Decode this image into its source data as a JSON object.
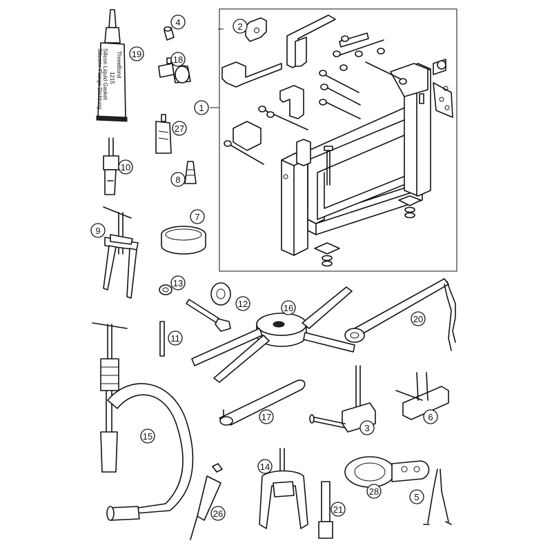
{
  "callouts": [
    {
      "id": "1",
      "label": "1"
    },
    {
      "id": "2",
      "label": "2"
    },
    {
      "id": "3",
      "label": "3"
    },
    {
      "id": "4",
      "label": "4"
    },
    {
      "id": "5",
      "label": "5"
    },
    {
      "id": "6",
      "label": "6"
    },
    {
      "id": "7",
      "label": "7"
    },
    {
      "id": "8",
      "label": "8"
    },
    {
      "id": "9",
      "label": "9"
    },
    {
      "id": "10",
      "label": "10"
    },
    {
      "id": "11",
      "label": "11"
    },
    {
      "id": "12",
      "label": "12"
    },
    {
      "id": "13",
      "label": "13"
    },
    {
      "id": "14",
      "label": "14"
    },
    {
      "id": "15",
      "label": "15"
    },
    {
      "id": "16",
      "label": "16"
    },
    {
      "id": "17",
      "label": "17"
    },
    {
      "id": "18",
      "label": "18"
    },
    {
      "id": "19",
      "label": "19"
    },
    {
      "id": "20",
      "label": "20"
    },
    {
      "id": "21",
      "label": "21"
    },
    {
      "id": "26",
      "label": "26"
    },
    {
      "id": "27",
      "label": "27"
    },
    {
      "id": "28",
      "label": "28"
    }
  ],
  "tube_19": {
    "brand": "ThreeBond",
    "code": "1215",
    "line1": "Silicon Liquid Gasket",
    "line2": "Silicone Flange Dichtung"
  }
}
